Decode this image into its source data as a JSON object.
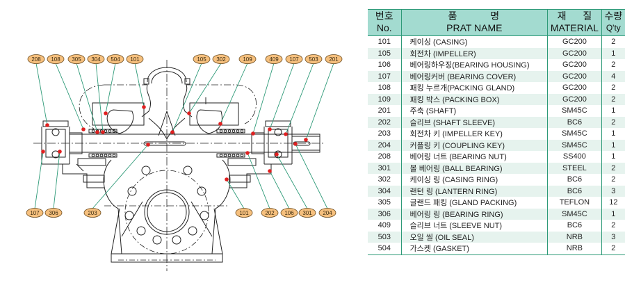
{
  "diagram": {
    "title": "Split case pump sectional drawing",
    "colors": {
      "callout_fill": "#f6c07e",
      "callout_stroke": "#6b4a1c",
      "leader_line": "#2e9a78",
      "marker_dot": "#e02020",
      "drawing_line": "#222222"
    },
    "callouts_top": [
      "208",
      "108",
      "305",
      "304",
      "504",
      "101",
      "105",
      "302",
      "109",
      "409",
      "107",
      "503",
      "201"
    ],
    "callouts_bottom": [
      "107",
      "306",
      "203",
      "101",
      "202",
      "106",
      "301",
      "204"
    ]
  },
  "table": {
    "colors": {
      "header_bg": "#a3dbd0",
      "alt_row_bg": "#e6f3ee",
      "border": "#2e9a78"
    },
    "headers": {
      "no_ko": "번호",
      "no_en": "No.",
      "name_ko": "품 명",
      "name_en": "PRAT NAME",
      "material_ko": "재 질",
      "material_en": "MATERIAL",
      "qty_ko": "수량",
      "qty_en": "Q'ty"
    },
    "rows": [
      {
        "no": "101",
        "name": "케이싱 (CASING)",
        "material": "GC200",
        "qty": "2"
      },
      {
        "no": "105",
        "name": "회전차 (IMPELLER)",
        "material": "GC200",
        "qty": "1"
      },
      {
        "no": "106",
        "name": "베어링하우징(BEARING HOUSING)",
        "material": "GC200",
        "qty": "2"
      },
      {
        "no": "107",
        "name": "베어링커버 (BEARING COVER)",
        "material": "GC200",
        "qty": "4"
      },
      {
        "no": "108",
        "name": "패킹 누르개(PACKING GLAND)",
        "material": "GC200",
        "qty": "2"
      },
      {
        "no": "109",
        "name": "패킹 박스 (PACKING BOX)",
        "material": "GC200",
        "qty": "2"
      },
      {
        "no": "201",
        "name": "주축 (SHAFT)",
        "material": "SM45C",
        "qty": "1"
      },
      {
        "no": "202",
        "name": "슬리브 (SHAFT SLEEVE)",
        "material": "BC6",
        "qty": "2"
      },
      {
        "no": "203",
        "name": "회전차 키 (IMPELLER KEY)",
        "material": "SM45C",
        "qty": "1"
      },
      {
        "no": "204",
        "name": "커플링 키 (COUPLING KEY)",
        "material": "SM45C",
        "qty": "1"
      },
      {
        "no": "208",
        "name": "베어링 너트 (BEARING NUT)",
        "material": "SS400",
        "qty": "1"
      },
      {
        "no": "301",
        "name": "볼 베어링 (BALL BEARING)",
        "material": "STEEL",
        "qty": "2"
      },
      {
        "no": "302",
        "name": "케이싱 링 (CASING RING)",
        "material": "BC6",
        "qty": "2"
      },
      {
        "no": "304",
        "name": "랜턴 링 (LANTERN RING)",
        "material": "BC6",
        "qty": "3"
      },
      {
        "no": "305",
        "name": "글랜드 패킹 (GLAND PACKING)",
        "material": "TEFLON",
        "qty": "12"
      },
      {
        "no": "306",
        "name": "베어링 링 (BEARING RING)",
        "material": "SM45C",
        "qty": "1"
      },
      {
        "no": "409",
        "name": "슬리브 너트 (SLEEVE NUT)",
        "material": "BC6",
        "qty": "2"
      },
      {
        "no": "503",
        "name": "오일 씰 (OIL SEAL)",
        "material": "NRB",
        "qty": "3"
      },
      {
        "no": "504",
        "name": "가스켓 (GASKET)",
        "material": "NRB",
        "qty": "2"
      }
    ]
  }
}
